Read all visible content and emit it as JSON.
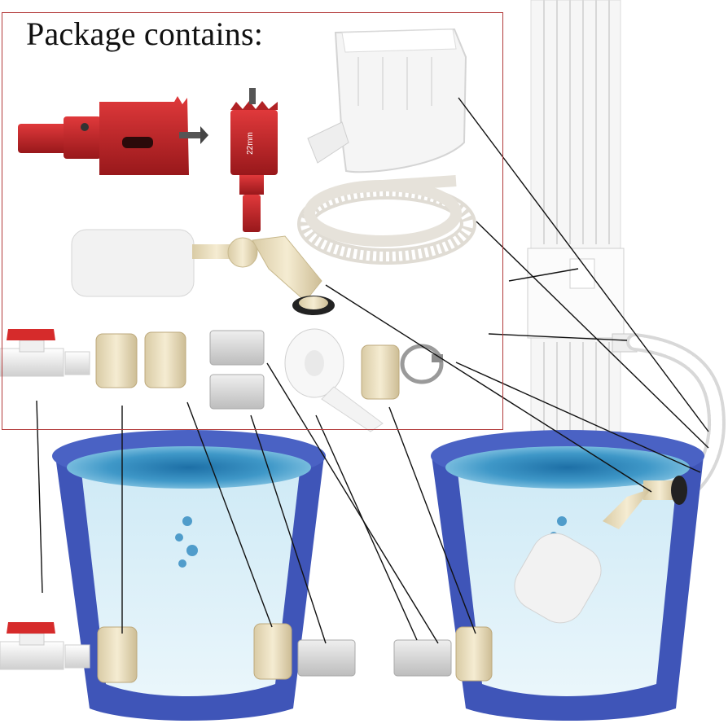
{
  "package_title": "Package contains:",
  "drill_label": "22mm",
  "colors": {
    "frame": "#b23a3a",
    "drill_red": "#c0282b",
    "bucket_blue": "#3f55b8",
    "water": "#bfe3f3",
    "fitting_beige": "#eee2c4",
    "pvc_white": "#f4f4f4",
    "pvc_grey": "#d9d9d9",
    "downspout": "#f7f7f7"
  },
  "items": [
    "red-drill-bit-large",
    "red-drill-bit-small",
    "downspout-diverter",
    "mesh-hose",
    "float-valve",
    "ball-valve",
    "bulkhead-fittings",
    "threaded-adapters",
    "ptfe-tape",
    "hose-clamp"
  ]
}
